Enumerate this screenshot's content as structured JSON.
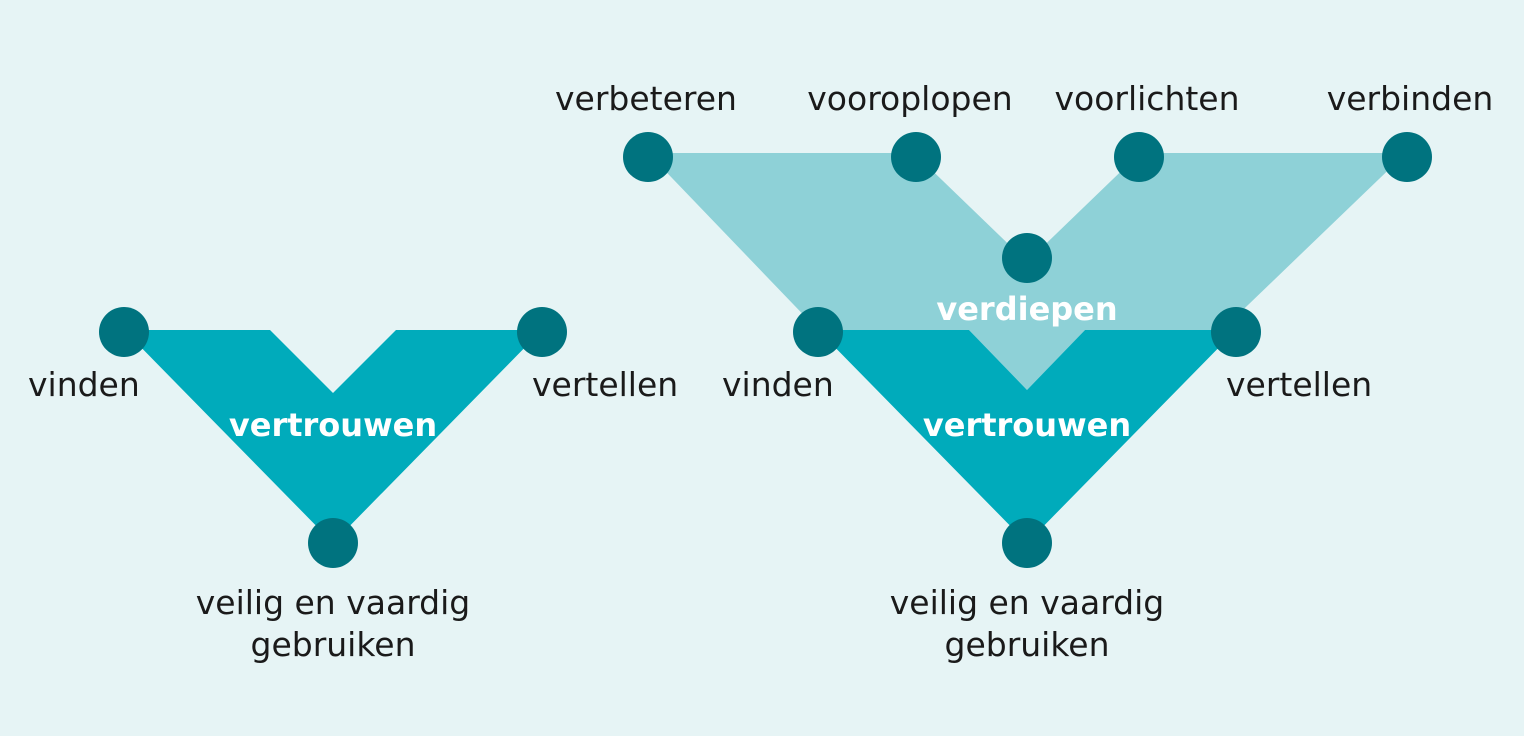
{
  "colors": {
    "background": "#e6f4f5",
    "teal_dark": "#00737f",
    "teal_mid": "#00abbb",
    "teal_light": "#8ed1d7",
    "text": "#1a1a1a",
    "text_on_shape": "#ffffff"
  },
  "left_diagram": {
    "center_label": "vertrouwen",
    "left_label": "vinden",
    "right_label": "vertellen",
    "bottom_label_line1": "veilig en vaardig",
    "bottom_label_line2": "gebruiken"
  },
  "right_diagram": {
    "top_labels": [
      "verbeteren",
      "vooroplopen",
      "voorlichten",
      "verbinden"
    ],
    "upper_center_label": "verdiepen",
    "lower_center_label": "vertrouwen",
    "left_label": "vinden",
    "right_label": "vertellen",
    "bottom_label_line1": "veilig en vaardig",
    "bottom_label_line2": "gebruiken"
  }
}
